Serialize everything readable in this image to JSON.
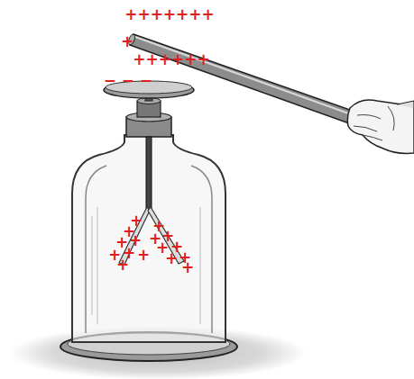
{
  "diagram": {
    "labels": [
      "+++++++",
      "+",
      "++++++",
      "− − −",
      "+",
      "+",
      "+",
      "+",
      "+",
      "+",
      "+",
      "+",
      "+",
      "+",
      "+",
      "+",
      "+",
      "+",
      "+",
      "+"
    ]
  }
}
